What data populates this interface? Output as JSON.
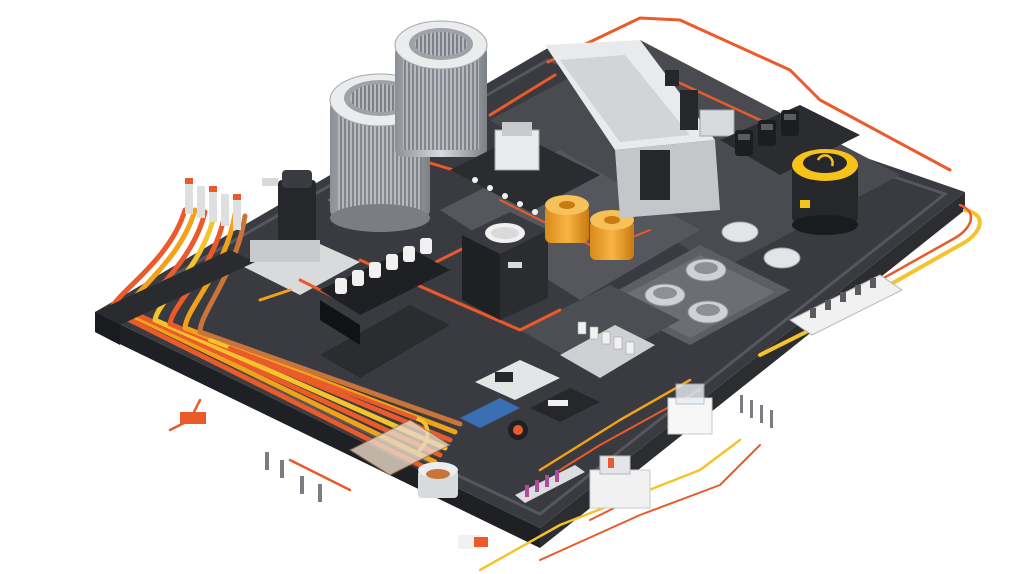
{
  "scene": {
    "colors": {
      "background": "#ffffff",
      "board_top": "#3a3b40",
      "board_side": "#1f2024",
      "board_edge": "#55565c",
      "panel_gray": "#6b6c71",
      "panel_light": "#d9dadc",
      "cable_orange": "#ea5a2a",
      "cable_amber": "#f2a21a",
      "cable_yellow": "#f5c32c",
      "cable_copper": "#c8743a",
      "device_white": "#f1f1f2",
      "device_silver": "#b8bcc2",
      "device_black": "#26272b",
      "accent_yellow": "#f7c21a",
      "capacitor_orange": "#f2a230",
      "fan_gray": "#9fa3a8"
    },
    "components": [
      "electrical-control-board",
      "cooling-fan-tower-left",
      "cooling-fan-tower-right",
      "cable-bundle",
      "power-rail",
      "capacitor-pair",
      "black-relay-box",
      "gauge-dials",
      "contactor-rack",
      "round-sensor-yellow",
      "terminal-block-row",
      "fuse-strip-small",
      "transformer-coil",
      "breaker-module",
      "mini-circuit-boards",
      "loose-connectors"
    ]
  }
}
